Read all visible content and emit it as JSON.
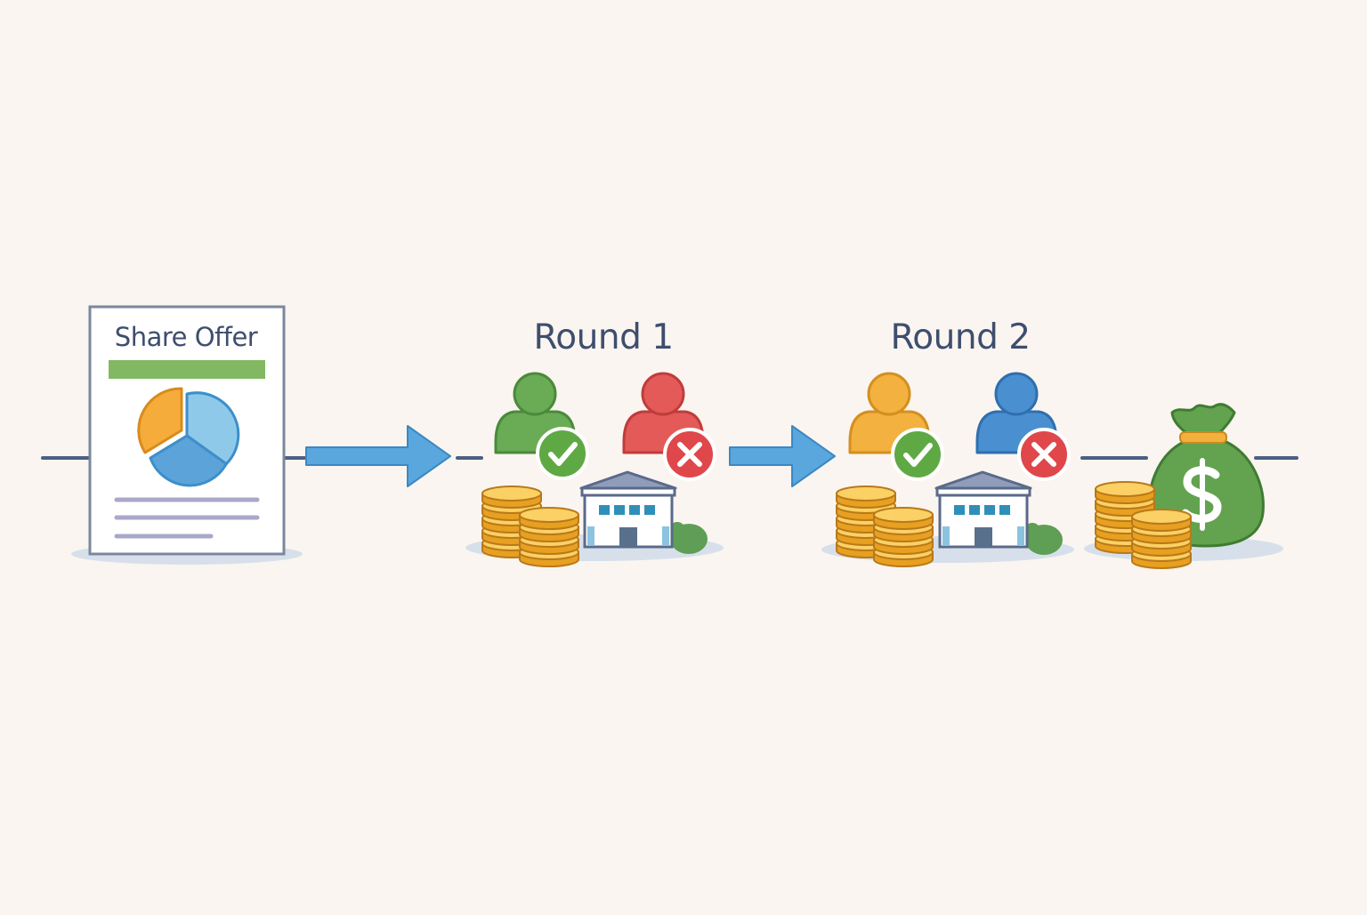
{
  "document": {
    "title": "Share Offer"
  },
  "rounds": [
    {
      "title": "Round 1",
      "investor_accept_color": "#6aab55",
      "investor_reject_color": "#e35a58"
    },
    {
      "title": "Round 2",
      "investor_accept_color": "#f3b13f",
      "investor_reject_color": "#4a90d0"
    }
  ],
  "colors": {
    "background": "#faf5f0",
    "text": "#3e4e6e",
    "arrow": "#5aa7dd",
    "accept_badge": "#5fa944",
    "reject_badge": "#e0474b",
    "coin": "#f4b93a",
    "money_bag": "#63a34f",
    "document_bar": "#82b862"
  },
  "icons": [
    "document-icon",
    "pie-chart-icon",
    "arrow-right-icon",
    "person-icon",
    "check-icon",
    "cross-icon",
    "coin-stack-icon",
    "bank-building-icon",
    "money-bag-icon",
    "dollar-sign-icon"
  ]
}
